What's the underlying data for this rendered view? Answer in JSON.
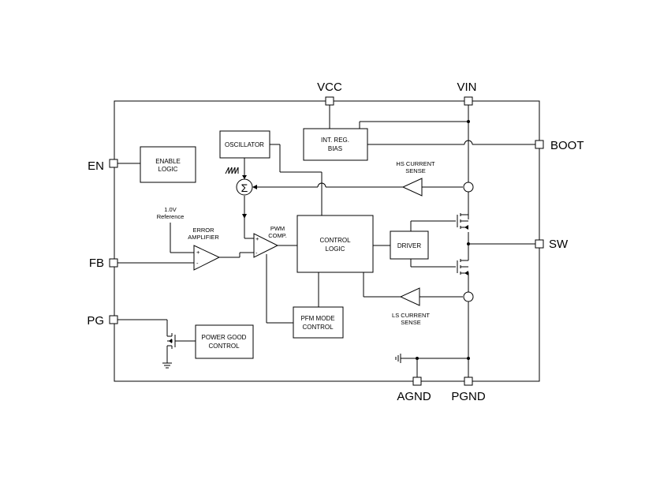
{
  "pins": {
    "vcc": "VCC",
    "vin": "VIN",
    "en": "EN",
    "fb": "FB",
    "pg": "PG",
    "boot": "BOOT",
    "sw": "SW",
    "agnd": "AGND",
    "pgnd": "PGND"
  },
  "blocks": {
    "enable_logic": [
      "ENABLE",
      "LOGIC"
    ],
    "oscillator": [
      "OSCILLATOR"
    ],
    "int_reg_bias": [
      "INT. REG.",
      "BIAS"
    ],
    "control_logic": [
      "CONTROL",
      "LOGIC"
    ],
    "driver": [
      "DRIVER"
    ],
    "pfm_mode_control": [
      "PFM MODE",
      "CONTROL"
    ],
    "power_good_control": [
      "POWER GOOD",
      "CONTROL"
    ]
  },
  "labels": {
    "reference": [
      "1.0V",
      "Reference"
    ],
    "error_amplifier": [
      "ERROR",
      "AMPLIFIER"
    ],
    "pwm_comp": [
      "PWM",
      "COMP."
    ],
    "hs_current_sense": [
      "HS CURRENT",
      "SENSE"
    ],
    "ls_current_sense": [
      "LS CURRENT",
      "SENSE"
    ],
    "sum_symbol": "Σ",
    "plus": "+",
    "minus": "-"
  },
  "icons": {
    "sawtooth": "sawtooth-icon",
    "ground": "ground-icon",
    "current_sensor": "current-sensor-icon"
  }
}
